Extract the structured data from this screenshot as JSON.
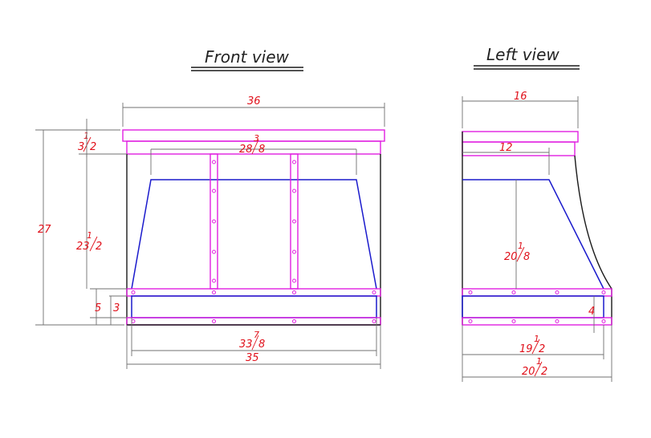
{
  "views": {
    "front_title": "Front view",
    "left_title": "Left view"
  },
  "front_dims": {
    "overall_width": "36",
    "inner_top_width_num": "3",
    "inner_top_width_main": "28",
    "inner_top_width_den": "8",
    "top_band_height_num": "1",
    "top_band_height_den": "2",
    "top_band_height_main": "3",
    "total_height": "27",
    "body_height_main": "23",
    "body_height_num": "1",
    "body_height_den": "2",
    "bottom_band": "5",
    "bottom_trim": "3",
    "inner_bottom_width_main": "33",
    "inner_bottom_width_num": "7",
    "inner_bottom_width_den": "8",
    "bottom_width": "35"
  },
  "left_dims": {
    "overall_depth": "16",
    "inner_depth": "12",
    "curve_height_main": "20",
    "curve_height_num": "1",
    "curve_height_den": "8",
    "trim_height": "4",
    "inner_bottom_depth_main": "19",
    "inner_bottom_depth_num": "1",
    "inner_bottom_depth_den": "2",
    "bottom_depth_main": "20",
    "bottom_depth_num": "1",
    "bottom_depth_den": "2"
  }
}
